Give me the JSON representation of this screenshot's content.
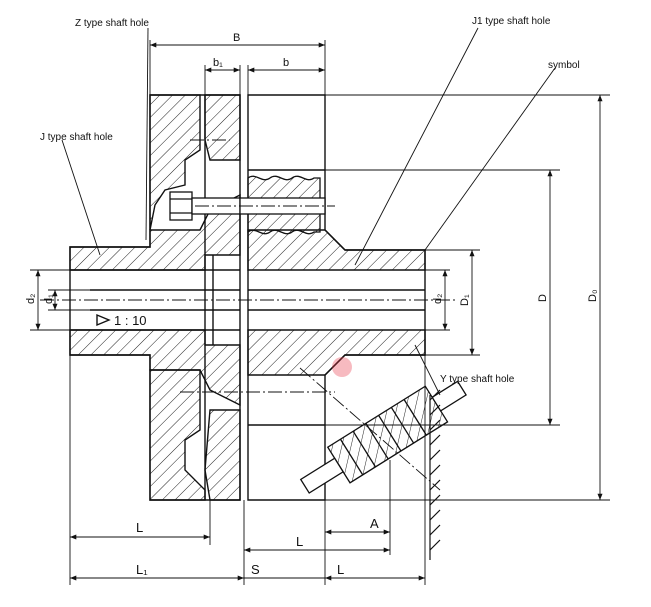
{
  "labels": {
    "z_type_shaft_hole": "Z type shaft hole",
    "j_type_shaft_hole": "J type shaft hole",
    "j1_type_shaft_hole": "J1 type shaft hole",
    "y_type_shaft_hole": "Y type shaft hole",
    "symbol": "symbol",
    "taper": "1 : 10"
  },
  "dimensions": {
    "B": "B",
    "b1": "b₁",
    "b": "b",
    "d2_left": "d₂",
    "d1_left": "d₁",
    "d2_right": "d₂",
    "D1": "D₁",
    "D": "D",
    "D0": "D₀",
    "L_left": "L",
    "L_mid": "L",
    "A": "A",
    "L1": "L₁",
    "S": "S",
    "L_right": "L"
  },
  "colors": {
    "line": "#111111",
    "hatch": "#222222",
    "watermark": "#e8394a"
  }
}
